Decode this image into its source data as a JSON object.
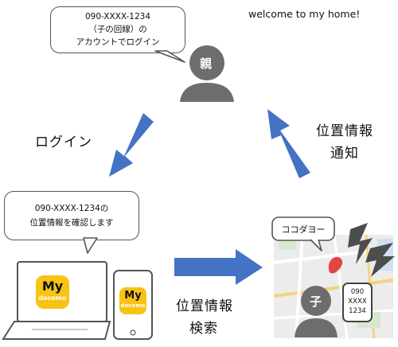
{
  "welcome_text": "welcome to my home!",
  "parent_bubble": {
    "lines": [
      "090-XXXX-1234",
      "（子の回線）の",
      "アカウントでログイン"
    ]
  },
  "parent_label": "親",
  "login_label": "ログイン",
  "notify_label": [
    "位置情報",
    "通知"
  ],
  "confirm_bubble": {
    "lines": [
      "090-XXXX-1234の",
      "位置情報を確認します"
    ]
  },
  "search_label": [
    "位置情報",
    "検索"
  ],
  "child_bubble": "ココダヨー",
  "child_label": "子",
  "child_phone_lines": [
    "090",
    "XXXX",
    "1234"
  ],
  "app_logo": {
    "title": "My",
    "subtitle": "docomo",
    "color": "#f7c314"
  },
  "colors": {
    "arrow": "#4472c4",
    "person": "#6d6d6d",
    "outline": "#555555"
  }
}
